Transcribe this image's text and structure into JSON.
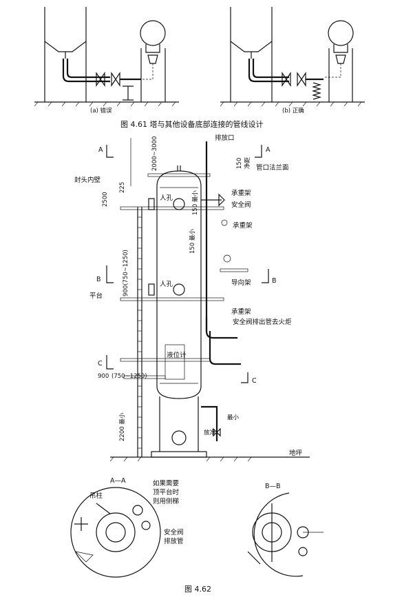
{
  "fig61": {
    "sub_a": "(a) 错误",
    "sub_b": "(b) 正确",
    "caption": "图 4.61    塔与其他设备底部连接的管线设计"
  },
  "fig62": {
    "caption": "图 4.62",
    "labels": {
      "vent": "排放口",
      "section_a": "A",
      "section_b": "B",
      "section_c": "C",
      "dim_top": "2000~3000",
      "head_inner": "封头内壁",
      "dim_2500": "2500",
      "dim_225": "225",
      "dim_150_top": "150",
      "dim_150_top_note": "净距",
      "flange_face": "管口法兰面",
      "manhole": "人孔",
      "dim_150_min": "150\n最小",
      "load_support": "承重架",
      "safety_valve": "安全阀",
      "dim_900_range": "900(750~1250)",
      "guide_support": "导向架",
      "platform": "平台",
      "safety_to_flare": "安全阀排出管去火炬",
      "level_gauge": "液位计",
      "dim_900_low": "900",
      "dim_range_low": "(750~1250)",
      "dim_2200": "2200\n最小",
      "min": "最小",
      "drain": "放净",
      "ground": "地坪",
      "aa_title": "A—A",
      "bb_title": "B—B",
      "ladder_note_1": "如果需要",
      "ladder_note_2": "顶平台时",
      "ladder_note_3": "则用侧梯",
      "davit": "吊柱",
      "safety_valve_2": "安全阀",
      "vent_pipe": "排放管"
    }
  }
}
